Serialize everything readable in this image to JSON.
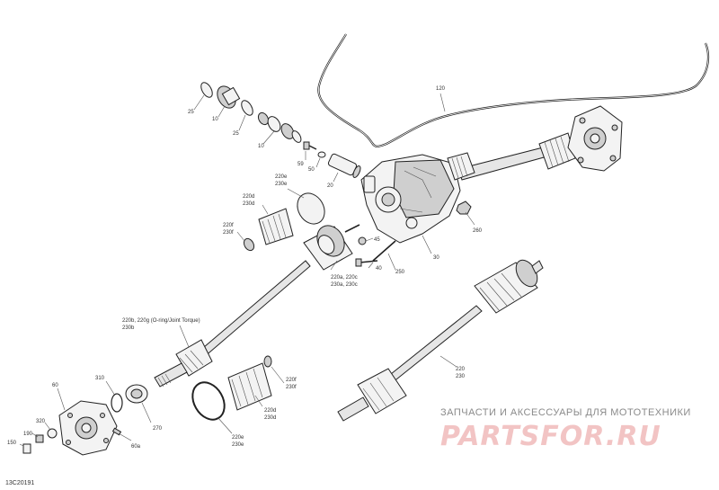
{
  "diagram_code": "13C20191",
  "watermark": {
    "tagline": "ЗАПЧАСТИ И АКСЕССУАРЫ ДЛЯ МОТОТЕХНИКИ",
    "logo_text": "PARTSFOR.RU"
  },
  "callouts": {
    "c120": "120",
    "c25a": "25",
    "c10a": "10",
    "c25b": "25",
    "c10b": "10",
    "c59": "59",
    "c50": "50",
    "c20": "20",
    "c45": "45",
    "c40": "40",
    "c250": "250",
    "c30": "30",
    "c260": "260",
    "c220e_top": "220e",
    "c230e_top": "230e",
    "c220d_top": "220d",
    "c230d_top": "230d",
    "c220f_top": "220f",
    "c230f_top": "230f",
    "c220a": "220a, 220c",
    "c230a": "230a, 230c",
    "c220b": "220b, 220g (O-ring/Joint Torque)",
    "c230b": "230b",
    "c220": "220",
    "c230": "230",
    "c310": "310",
    "c60": "60",
    "c270": "270",
    "c320": "320",
    "c190": "190",
    "c150": "150",
    "c60a": "60a",
    "c220f_bot": "220f",
    "c230f_bot": "230f",
    "c220d_bot": "220d",
    "c230d_bot": "230d",
    "c220e_bot": "220e",
    "c230e_bot": "230e"
  }
}
